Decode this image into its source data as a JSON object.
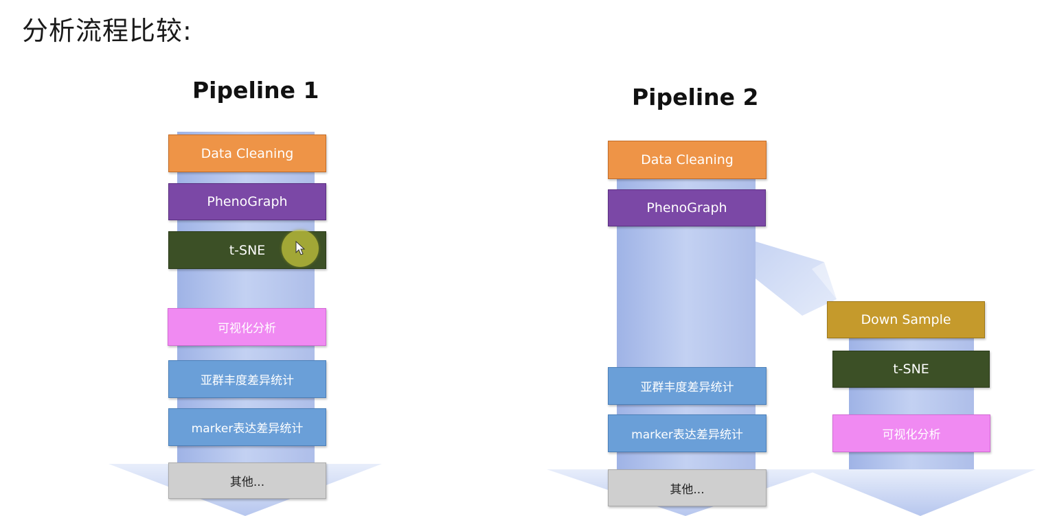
{
  "page": {
    "title": "分析流程比较:"
  },
  "pipeline1": {
    "title": "Pipeline 1",
    "steps": [
      "Data Cleaning",
      "PhenoGraph",
      "t-SNE",
      "可视化分析",
      "亚群丰度差异统计",
      "marker表达差异统计",
      "其他..."
    ]
  },
  "pipeline2": {
    "title": "Pipeline 2",
    "main_steps": [
      "Data Cleaning",
      "PhenoGraph",
      "亚群丰度差异统计",
      "marker表达差异统计",
      "其他..."
    ],
    "branch_steps": [
      "Down Sample",
      "t-SNE",
      "可视化分析"
    ]
  },
  "colors": {
    "data_cleaning": "#ee9447",
    "phenograph": "#7b48a6",
    "tsne": "#3c5026",
    "visualization": "#f08af2",
    "statistics": "#6a9fd8",
    "down_sample": "#c59a2c",
    "other": "#cfcfcf",
    "arrow": "#b8c8ee"
  },
  "icons": {
    "cursor": "cursor-arrow-icon"
  }
}
